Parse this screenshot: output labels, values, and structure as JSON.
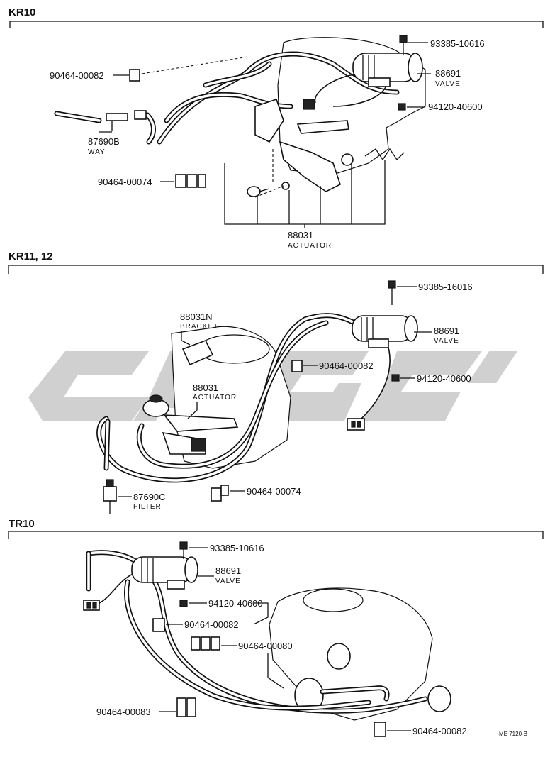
{
  "sections": [
    {
      "title": "KR10",
      "callouts": [
        {
          "part": "93385-10616",
          "desc": ""
        },
        {
          "part": "90464-00082",
          "desc": ""
        },
        {
          "part": "88691",
          "desc": "VALVE"
        },
        {
          "part": "94120-40600",
          "desc": ""
        },
        {
          "part": "87690B",
          "desc": "WAY"
        },
        {
          "part": "90464-00074",
          "desc": ""
        },
        {
          "part": "88031",
          "desc": "ACTUATOR"
        }
      ]
    },
    {
      "title": "KR11, 12",
      "callouts": [
        {
          "part": "93385-16016",
          "desc": ""
        },
        {
          "part": "88031N",
          "desc": "BRACKET"
        },
        {
          "part": "88691",
          "desc": "VALVE"
        },
        {
          "part": "90464-00082",
          "desc": ""
        },
        {
          "part": "94120-40600",
          "desc": ""
        },
        {
          "part": "88031",
          "desc": "ACTUATOR"
        },
        {
          "part": "87690C",
          "desc": "FILTER"
        },
        {
          "part": "90464-00074",
          "desc": ""
        }
      ]
    },
    {
      "title": "TR10",
      "callouts": [
        {
          "part": "93385-10616",
          "desc": ""
        },
        {
          "part": "88691",
          "desc": "VALVE"
        },
        {
          "part": "94120-40600",
          "desc": ""
        },
        {
          "part": "90464-00082",
          "desc": ""
        },
        {
          "part": "90464-00080",
          "desc": ""
        },
        {
          "part": "90464-00083",
          "desc": ""
        },
        {
          "part": "90464-00082",
          "desc": ""
        }
      ]
    }
  ],
  "diagram_code": "ME 7120-B",
  "watermark_color": "#c8c8c8"
}
